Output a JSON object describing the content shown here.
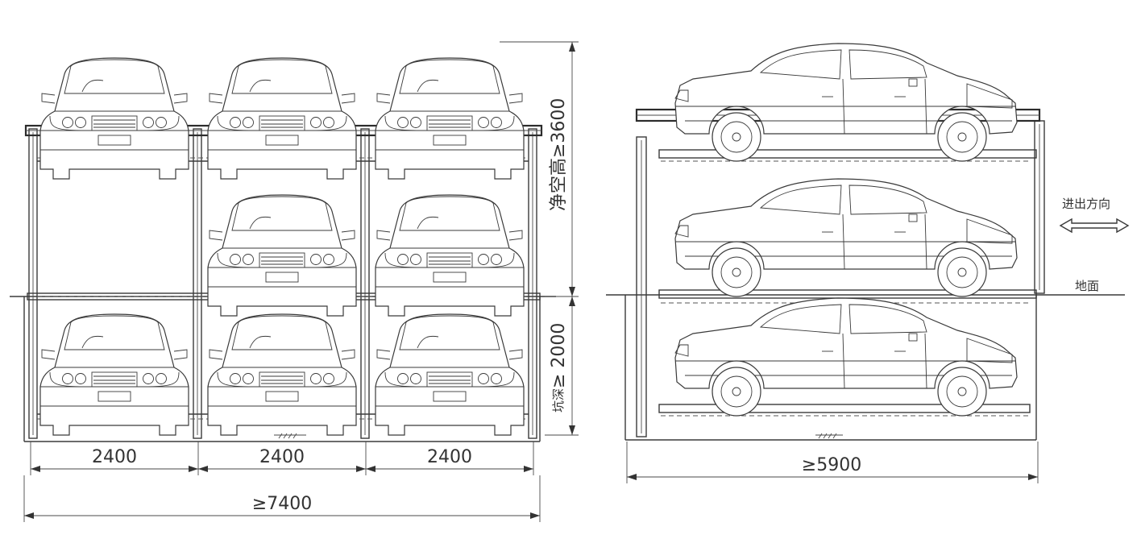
{
  "front_view": {
    "bay_widths": [
      "2400",
      "2400",
      "2400"
    ],
    "total_width": "≥7400",
    "upper_clear_height": "净空高≥3600",
    "pit_depth_label": "坑深",
    "pit_depth_value": "≥ 2000"
  },
  "side_view": {
    "length": "≥5900",
    "direction_label": "进出方向",
    "ground_label": "地面"
  }
}
